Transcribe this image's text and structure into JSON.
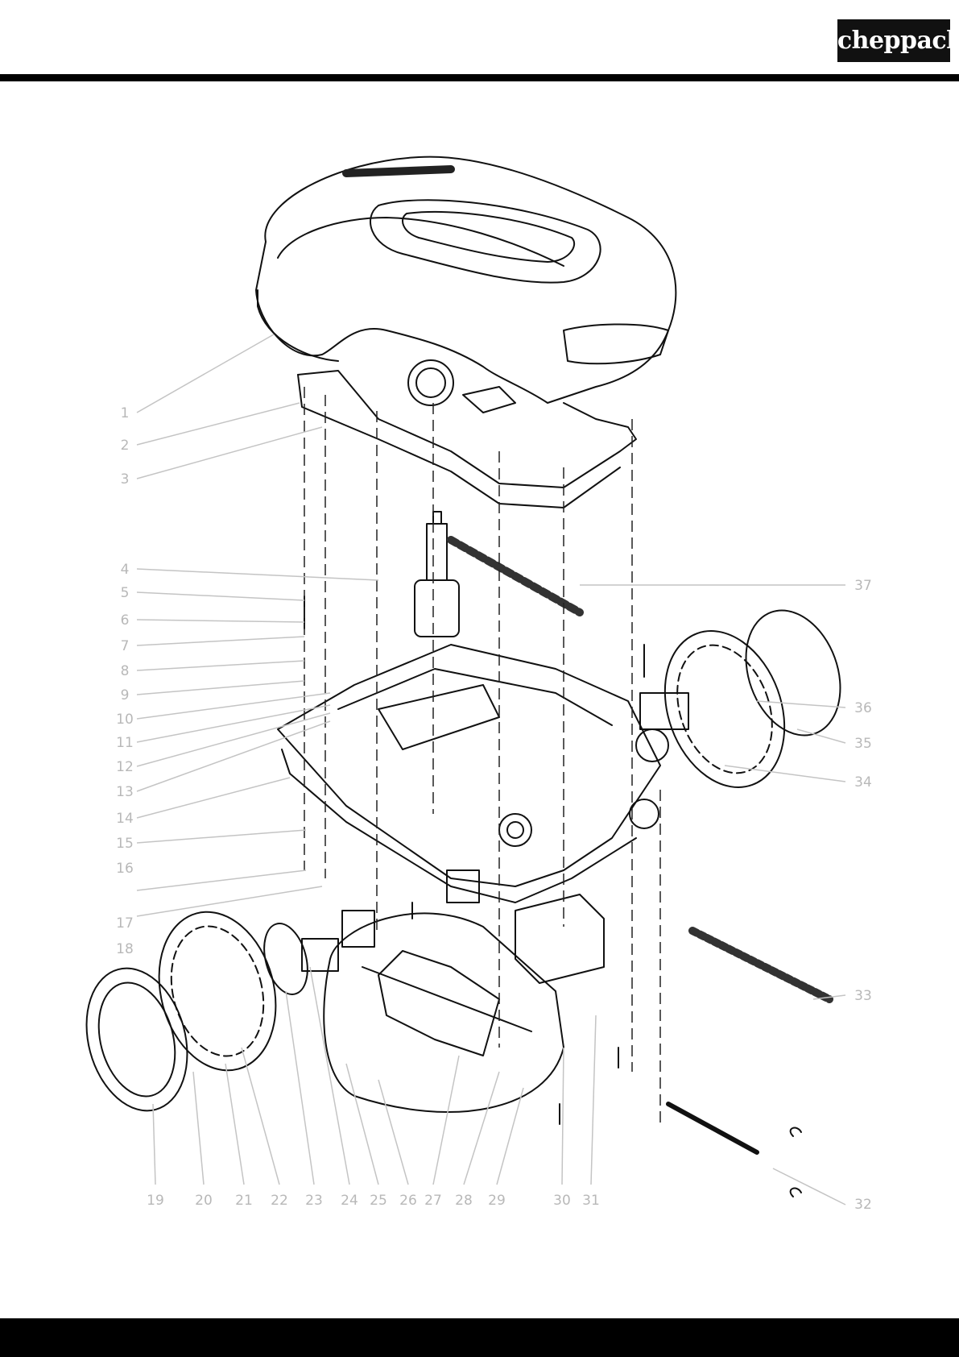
{
  "brand": {
    "logo_text": "scheppach"
  },
  "diagram": {
    "type": "exploded-parts-view",
    "callouts": [
      {
        "id": "1",
        "label": "1"
      },
      {
        "id": "2",
        "label": "2"
      },
      {
        "id": "3",
        "label": "3"
      },
      {
        "id": "4",
        "label": "4"
      },
      {
        "id": "5",
        "label": "5"
      },
      {
        "id": "6",
        "label": "6"
      },
      {
        "id": "7",
        "label": "7"
      },
      {
        "id": "8",
        "label": "8"
      },
      {
        "id": "9",
        "label": "9"
      },
      {
        "id": "10",
        "label": "10"
      },
      {
        "id": "11",
        "label": "11"
      },
      {
        "id": "12",
        "label": "12"
      },
      {
        "id": "13",
        "label": "13"
      },
      {
        "id": "14",
        "label": "14"
      },
      {
        "id": "15",
        "label": "15"
      },
      {
        "id": "16",
        "label": "16"
      },
      {
        "id": "17",
        "label": "17"
      },
      {
        "id": "18",
        "label": "18"
      },
      {
        "id": "19",
        "label": "19"
      },
      {
        "id": "20",
        "label": "20"
      },
      {
        "id": "21",
        "label": "21"
      },
      {
        "id": "22",
        "label": "22"
      },
      {
        "id": "23",
        "label": "23"
      },
      {
        "id": "24",
        "label": "24"
      },
      {
        "id": "25",
        "label": "25"
      },
      {
        "id": "26",
        "label": "26"
      },
      {
        "id": "27",
        "label": "27"
      },
      {
        "id": "28",
        "label": "28"
      },
      {
        "id": "29",
        "label": "29"
      },
      {
        "id": "30",
        "label": "30"
      },
      {
        "id": "31",
        "label": "31"
      },
      {
        "id": "32",
        "label": "32"
      },
      {
        "id": "33",
        "label": "33"
      },
      {
        "id": "34",
        "label": "34"
      },
      {
        "id": "35",
        "label": "35"
      },
      {
        "id": "36",
        "label": "36"
      },
      {
        "id": "37",
        "label": "37"
      }
    ]
  }
}
